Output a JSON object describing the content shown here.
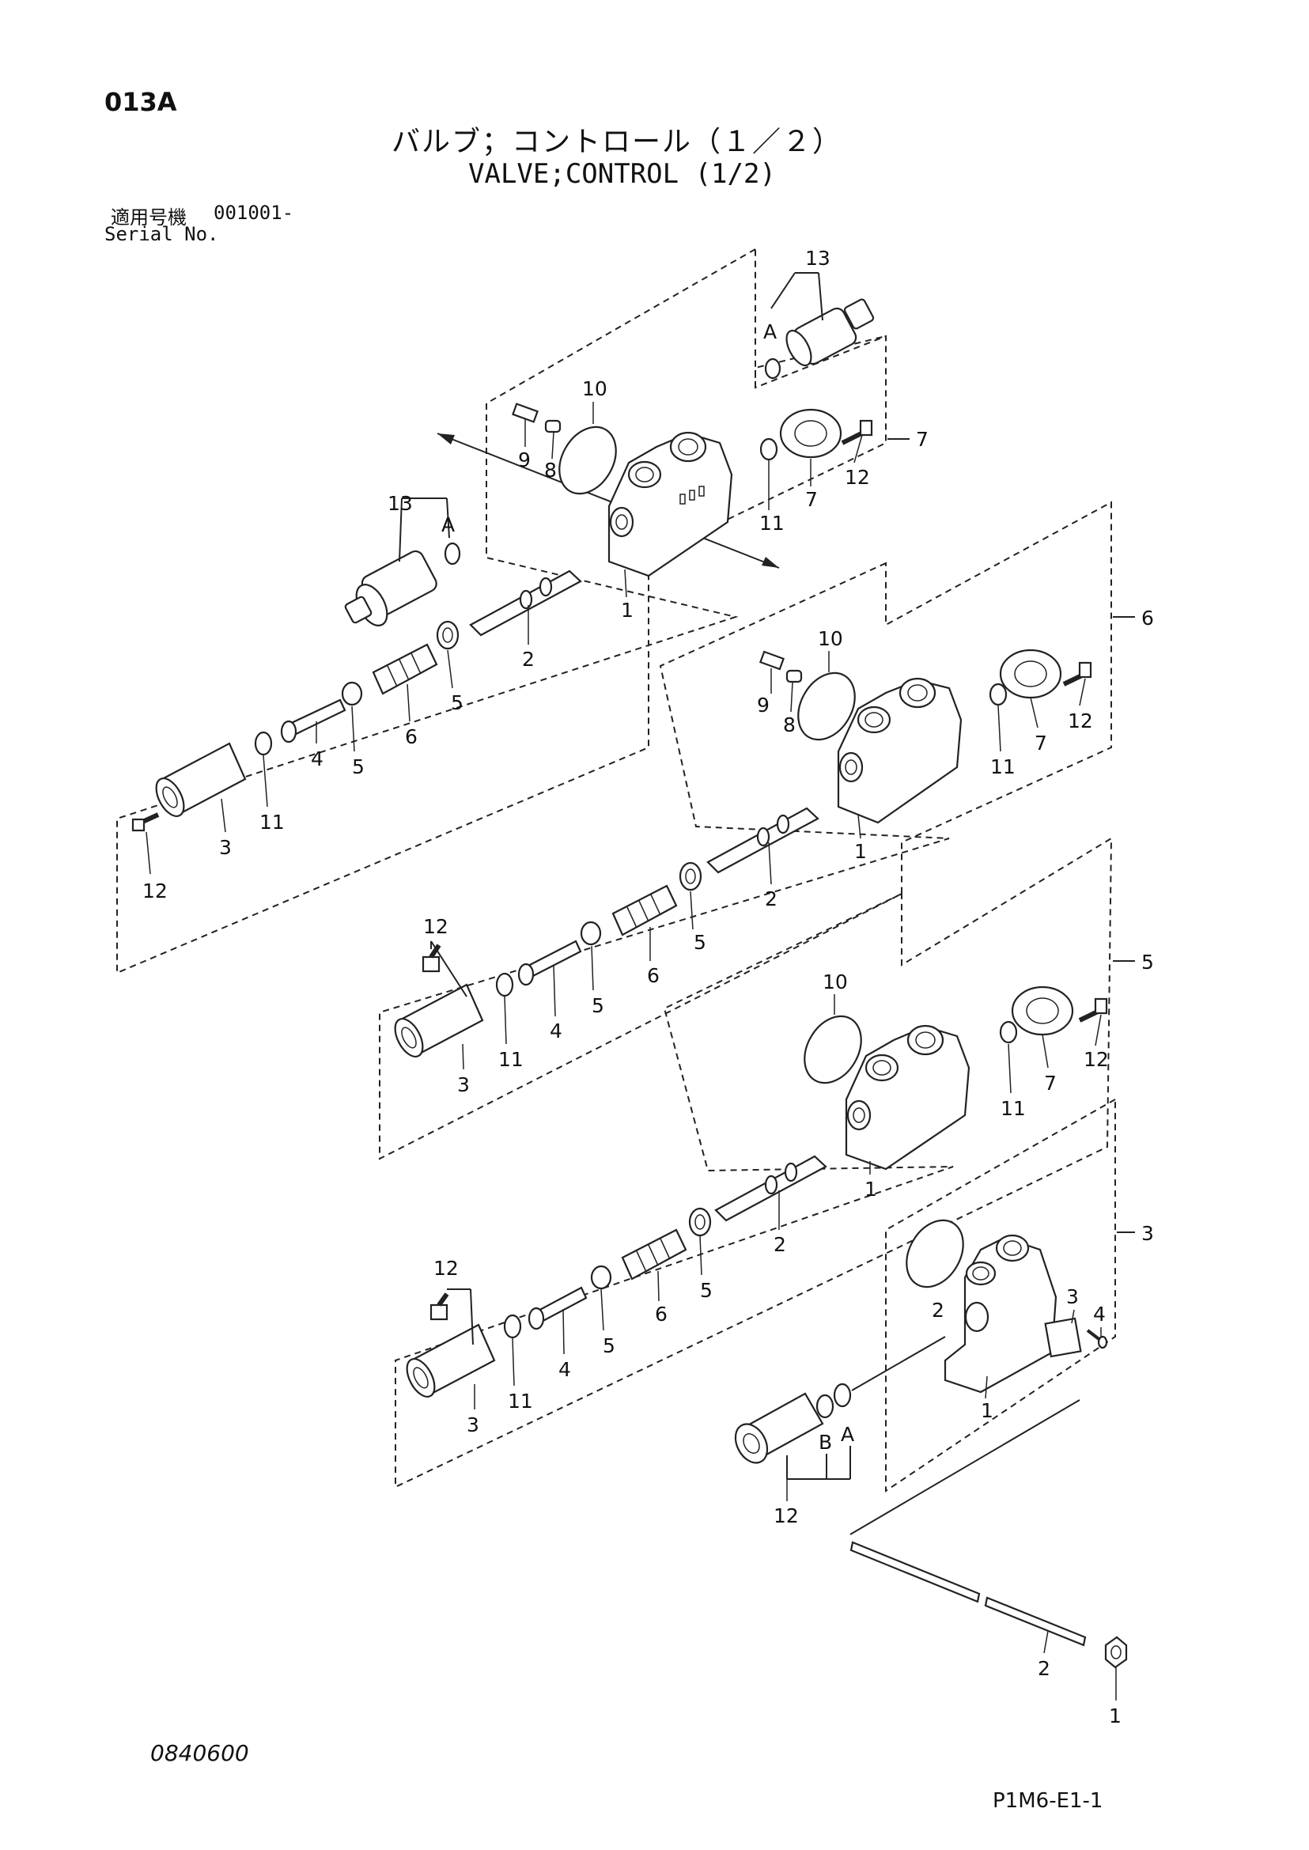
{
  "header": {
    "page_code": "013A",
    "title_jp": "バルブ；コントロール（１／２）",
    "title_en": "VALVE;CONTROL (1/2)",
    "serial_label_jp": "適用号機",
    "serial_number": "001001-",
    "serial_label_en": "Serial No."
  },
  "footer": {
    "drawing_id": "0840600",
    "ref_code": "P1M6-E1-1"
  },
  "assemblies": [
    {
      "group": "7",
      "callouts": [
        "13",
        "A",
        "10",
        "9",
        "8",
        "11",
        "7",
        "12",
        "13",
        "A",
        "1",
        "2",
        "3",
        "4",
        "5",
        "5",
        "6",
        "11",
        "12"
      ]
    },
    {
      "group": "6",
      "callouts": [
        "9",
        "8",
        "10",
        "11",
        "7",
        "12",
        "1",
        "2",
        "3",
        "4",
        "5",
        "5",
        "6",
        "11",
        "12"
      ]
    },
    {
      "group": "5",
      "callouts": [
        "10",
        "11",
        "7",
        "12",
        "1",
        "2",
        "3",
        "4",
        "5",
        "5",
        "6",
        "11",
        "12"
      ]
    },
    {
      "group": "3",
      "callouts": [
        "2",
        "3",
        "4",
        "1",
        "A",
        "B",
        "12"
      ]
    },
    {
      "group": "",
      "callouts": [
        "2",
        "1"
      ]
    }
  ],
  "labels": {
    "g7": "7",
    "g6": "6",
    "g5": "5",
    "g3": "3",
    "a13": "13",
    "aA": "A",
    "a10": "10",
    "a9": "9",
    "a8": "8",
    "a11": "11",
    "a7": "7",
    "a12": "12",
    "b13": "13",
    "bA": "A",
    "b1": "1",
    "b2": "2",
    "b5a": "5",
    "b6": "6",
    "b5b": "5",
    "b4": "4",
    "b11": "11",
    "b3": "3",
    "b12": "12",
    "c9": "9",
    "c8": "8",
    "c10": "10",
    "c11": "11",
    "c7": "7",
    "c12": "12",
    "c1": "1",
    "c2": "2",
    "c5a": "5",
    "c6": "6",
    "c5b": "5",
    "c4": "4",
    "c11b": "11",
    "c3": "3",
    "c12b": "12",
    "d10": "10",
    "d11": "11",
    "d7": "7",
    "d12": "12",
    "d1": "1",
    "d2": "2",
    "d5a": "5",
    "d6": "6",
    "d5b": "5",
    "d4": "4",
    "d11b": "11",
    "d3": "3",
    "d12b": "12",
    "e2": "2",
    "e3": "3",
    "e4": "4",
    "e1": "1",
    "eA": "A",
    "eB": "B",
    "e12": "12",
    "f2": "2",
    "f1": "1"
  }
}
